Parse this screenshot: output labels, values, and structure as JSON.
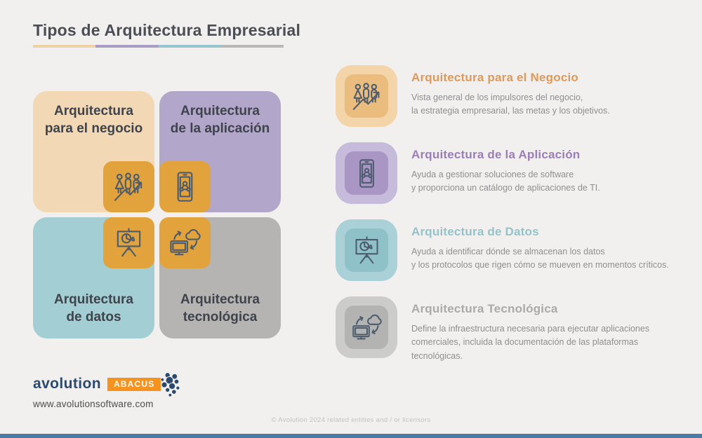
{
  "background": "#f1f0ee",
  "title": {
    "text": "Tipos de Arquitectura Empresarial",
    "color": "#4b4e55"
  },
  "underline_colors": [
    "#efd2a4",
    "#a99cc6",
    "#95c5cf",
    "#b9b8b7"
  ],
  "accent_orange": "#e2a33c",
  "icon_stroke": "#4d5c6e",
  "body_text_color": "#8f8f91",
  "quadrants": {
    "business": {
      "label": "Arquitectura\npara el negocio",
      "color": "#f2d8b5"
    },
    "application": {
      "label": "Arquitectura\nde la aplicación",
      "color": "#b3a6cb"
    },
    "data": {
      "label": "Arquitectura\nde datos",
      "color": "#a3ced3"
    },
    "technology": {
      "label": "Arquitectura\ntecnológica",
      "color": "#b5b4b2"
    }
  },
  "entries": [
    {
      "title": "Arquitectura para el Negocio",
      "title_color": "#e0995b",
      "description": "Vista general de los impulsores del negocio,\nla estrategia empresarial, las metas y los objetivos.",
      "tile_outer": "#f3d5a9",
      "tile_inner": "#eabd7f",
      "icon": "people-growth-icon"
    },
    {
      "title": "Arquitectura de la Aplicación",
      "title_color": "#9b7db8",
      "description": "Ayuda a gestionar soluciones de software\ny proporciona un catálogo de aplicaciones de TI.",
      "tile_outer": "#c7bbdc",
      "tile_inner": "#aa96c5",
      "icon": "phone-network-icon"
    },
    {
      "title": "Arquitectura de Datos",
      "title_color": "#94c3ca",
      "description": "Ayuda a identificar dónde se almacenan los datos\ny los protocolos que rigen cómo se mueven en momentos críticos.",
      "tile_outer": "#aad1d7",
      "tile_inner": "#8ec2c8",
      "icon": "presentation-pie-icon"
    },
    {
      "title": "Arquitectura Tecnológica",
      "title_color": "#aaaaaa",
      "description": "Define la infraestructura necesaria para ejecutar aplicaciones\ncomerciales, incluida la documentación de las plataformas tecnológicas.",
      "tile_outer": "#cccccb",
      "tile_inner": "#b3b3b2",
      "icon": "monitor-cloud-icon"
    }
  ],
  "footer": {
    "brand": "avolution",
    "brand_color": "#2c4a70",
    "product": "ABACUS",
    "product_bg": "#f6921e",
    "website": "www.avolutionsoftware.com",
    "copyright": "© Avolution 2024 related entities and / or licensors",
    "bar_color": "#4a7aa8"
  }
}
